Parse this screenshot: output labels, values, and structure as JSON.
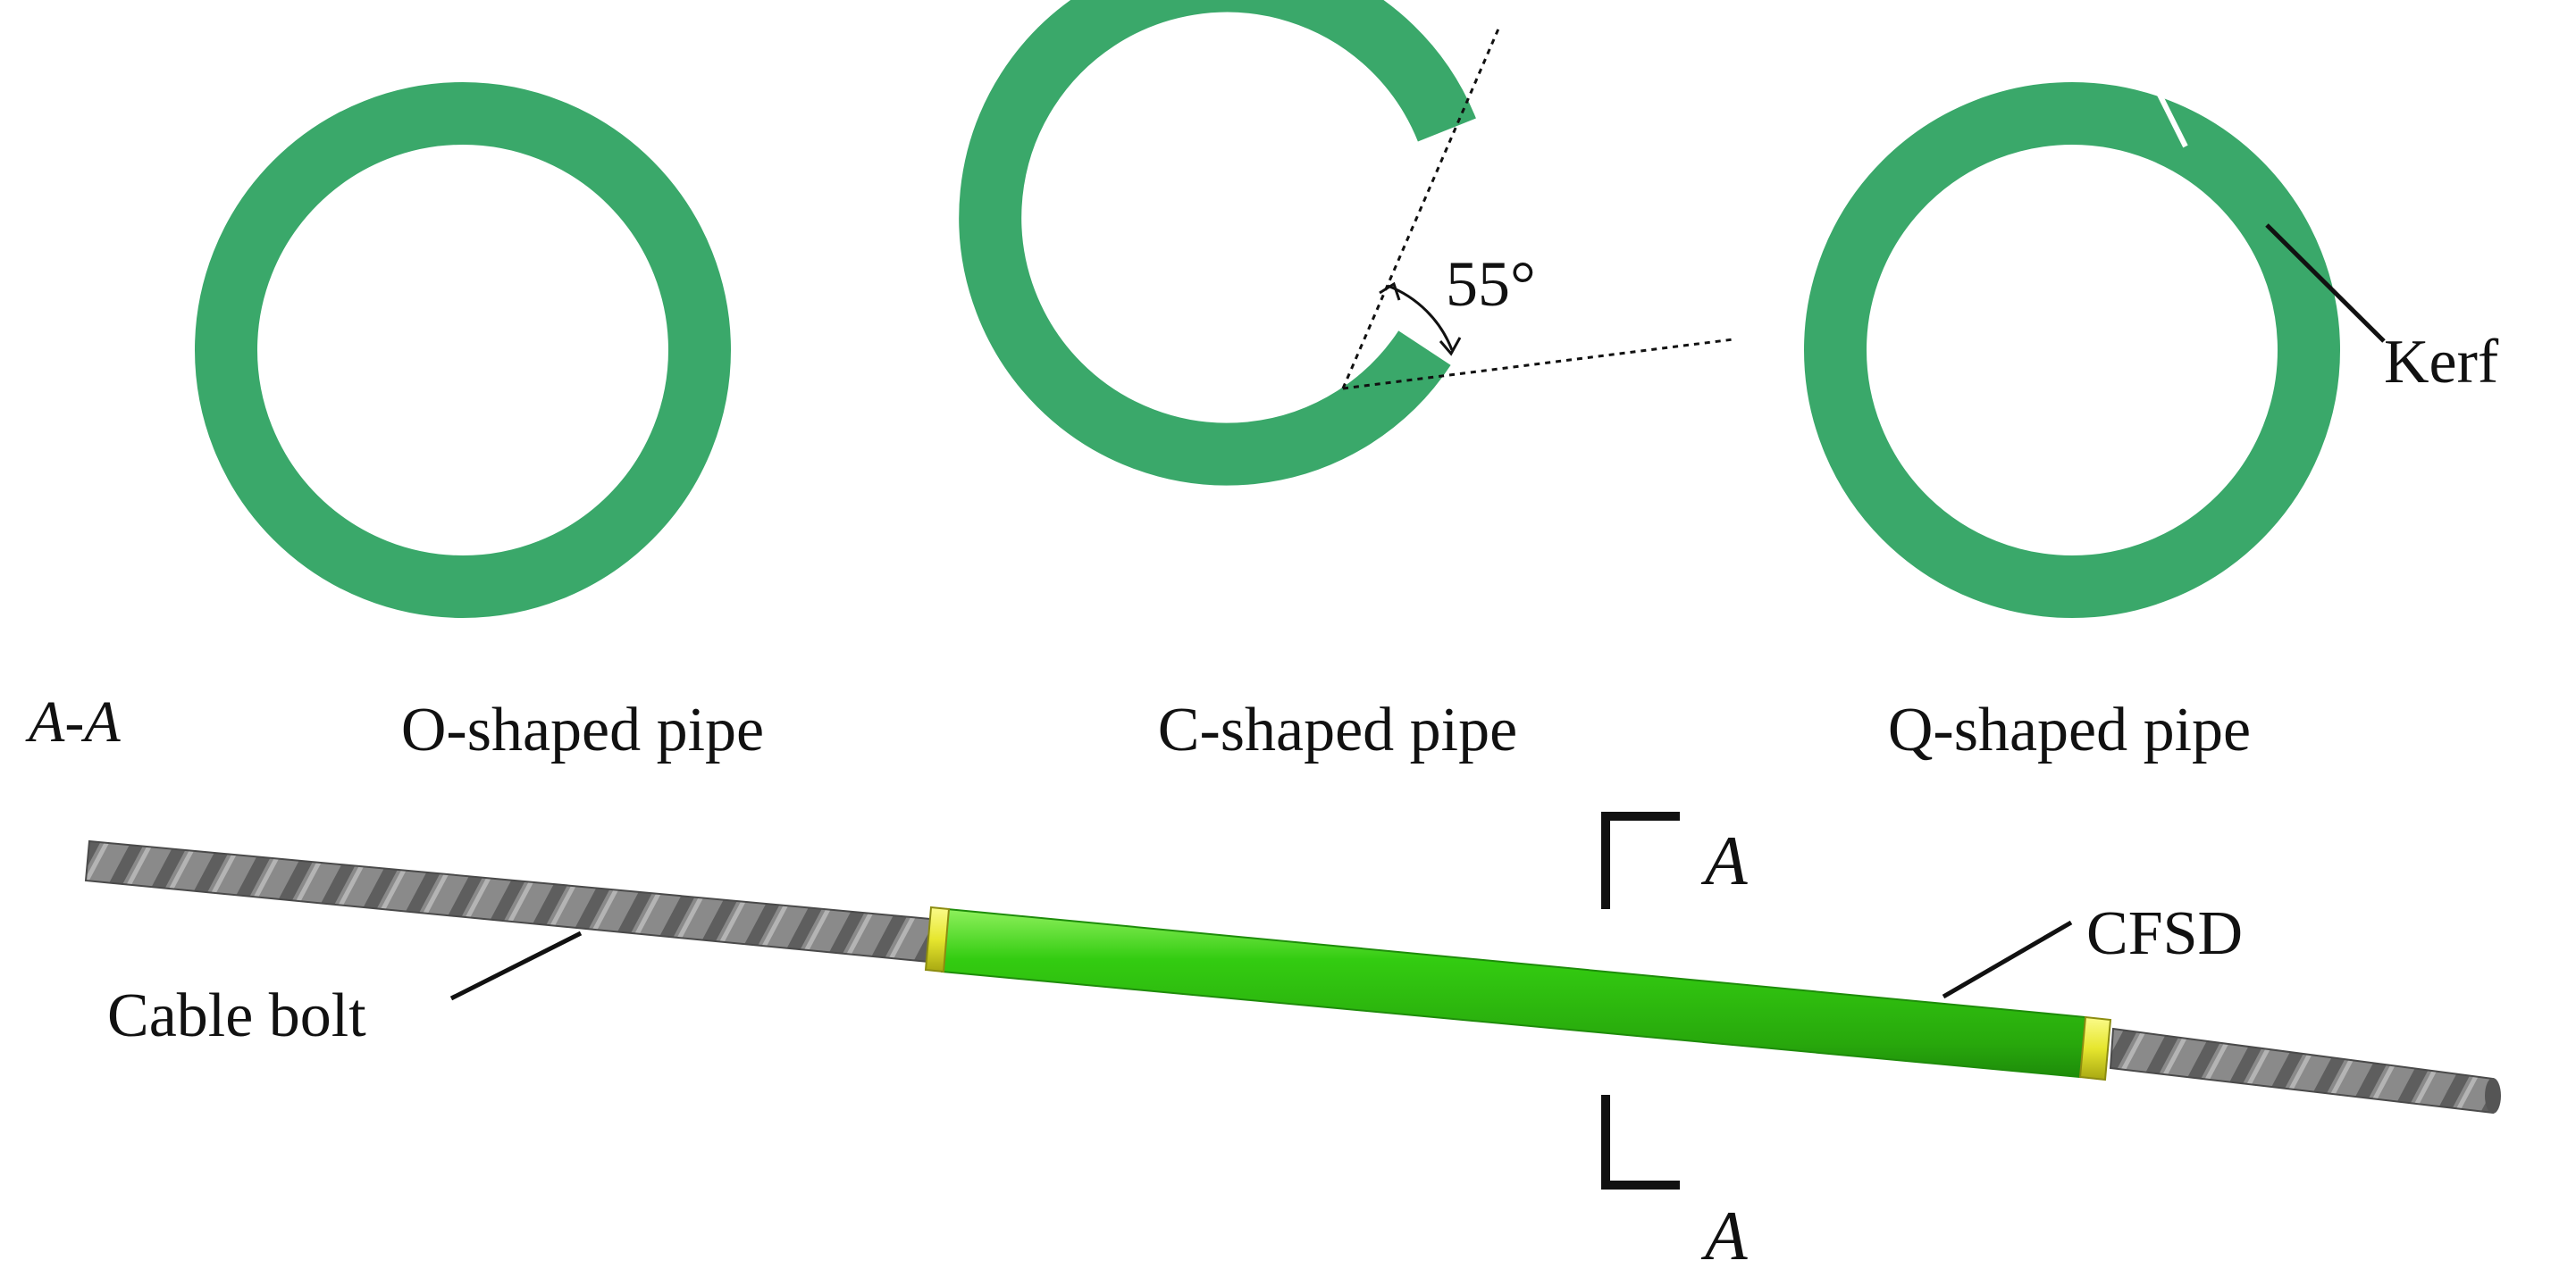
{
  "colors": {
    "pipe_green": "#3aa86a",
    "cfsd_green": "#33cc11",
    "cfsd_dark": "#1e8c0a",
    "end_cap_yellow": "#e6e62e",
    "cable_grey": "#7a7a7a",
    "line_black": "#111111"
  },
  "section": {
    "label_a": "A",
    "label_dash": "-",
    "label_b": "A"
  },
  "pipes": [
    {
      "label": "O-shaped pipe"
    },
    {
      "label": "C-shaped pipe",
      "gap_angle": "55°"
    },
    {
      "label": "Q-shaped pipe",
      "annotation": "Kerf"
    }
  ],
  "assembly": {
    "cable_label": "Cable bolt",
    "device_label": "CFSD",
    "cut_label_top": "A",
    "cut_label_bottom": "A"
  }
}
